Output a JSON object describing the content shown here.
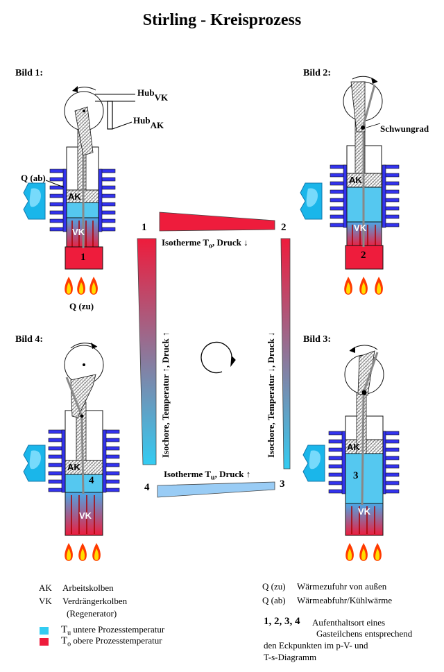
{
  "title": "Stirling - Kreisprozess",
  "panels": {
    "bild1": "Bild 1:",
    "bild2": "Bild 2:",
    "bild3": "Bild 3:",
    "bild4": "Bild 4:"
  },
  "annotations": {
    "hub": "Hub",
    "hub_vk_sub": "VK",
    "hub_ak_sub": "AK",
    "schwungrad": "Schwungrad",
    "q_ab": "Q (ab)",
    "q_zu": "Q (zu)",
    "ak": "AK",
    "vk": "VK"
  },
  "points": {
    "p1": "1",
    "p2": "2",
    "p3": "3",
    "p4": "4"
  },
  "processes": {
    "top": "Isotherme T",
    "top_sub": "o",
    "top_suffix": ",  Druck ↓",
    "bottom": "Isotherme T",
    "bottom_sub": "u",
    "bottom_suffix": ", Druck ↑",
    "left": "Isochore,  Temperatur ↑,  Druck ↑",
    "right": "Isochore,  Temperatur ↓,  Druck ↓"
  },
  "legend": {
    "ak_abbr": "AK",
    "ak_text": "Arbeitskolben",
    "vk_abbr": "VK",
    "vk_text": "Verdrängerkolben",
    "vk_text2": "(Regenerator)",
    "tu": "T",
    "tu_sub": "u",
    "tu_text": "untere Prozesstemperatur",
    "to": "T",
    "to_sub": "o",
    "to_text": "obere Prozesstemperatur",
    "qzu_abbr": "Q (zu)",
    "qzu_text": "Wärmezufuhr von außen",
    "qab_abbr": "Q (ab)",
    "qab_text": "Wärmeabfuhr/Kühlwärme",
    "nums": "1, 2, 3, 4",
    "nums_text1": "Aufenthaltsort eines",
    "nums_text2": "Gasteilchens entsprechend",
    "nums_text3": "den Eckpunkten im p-V- und",
    "nums_text4": "T-s-Diagramm"
  },
  "colors": {
    "cold": "#33ccf2",
    "hot": "#ee1c3c",
    "fins": "#3333ee",
    "flame": "#ff8800"
  }
}
